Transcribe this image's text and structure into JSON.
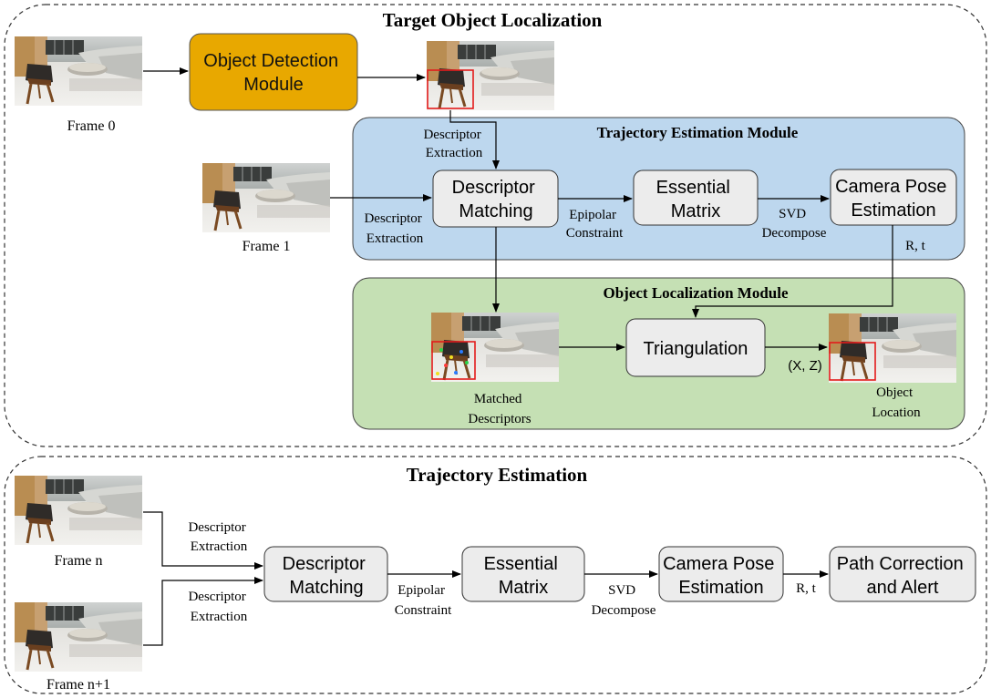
{
  "top_section": {
    "title": "Target Object Localization",
    "detection_module": "Object Detection Module",
    "frame0_caption": "Frame 0",
    "frame1_caption": "Frame 1",
    "descriptor_extraction_1": "Descriptor Extraction",
    "descriptor_extraction_2": "Descriptor Extraction",
    "trajectory_module": {
      "title": "Trajectory Estimation Module",
      "descriptor_matching": "Descriptor Matching",
      "essential_matrix": "Essential Matrix",
      "camera_pose": "Camera Pose Estimation",
      "epipolar": "Epipolar Constraint",
      "svd": "SVD Decompose",
      "rt": "R, t"
    },
    "localization_module": {
      "title": "Object Localization Module",
      "triangulation": "Triangulation",
      "xz": "(X, Z)",
      "matched_caption": "Matched Descriptors",
      "object_location_caption": "Object Location"
    }
  },
  "bottom_section": {
    "title": "Trajectory Estimation",
    "frame_n_caption": "Frame n",
    "frame_n1_caption": "Frame n+1",
    "descriptor_extraction_a": "Descriptor Extraction",
    "descriptor_extraction_b": "Descriptor Extraction",
    "descriptor_matching": "Descriptor Matching",
    "essential_matrix": "Essential Matrix",
    "camera_pose": "Camera Pose Estimation",
    "path_correction": "Path Correction and Alert",
    "epipolar": "Epipolar Constraint",
    "svd": "SVD Decompose",
    "rt": "R, t"
  },
  "colors": {
    "detection_fill": "#e8a800",
    "trajectory_module_fill": "#bdd7ee",
    "localization_module_fill": "#c5e0b4",
    "process_box_fill": "#ececec",
    "bbox_red": "#e31b1b"
  }
}
